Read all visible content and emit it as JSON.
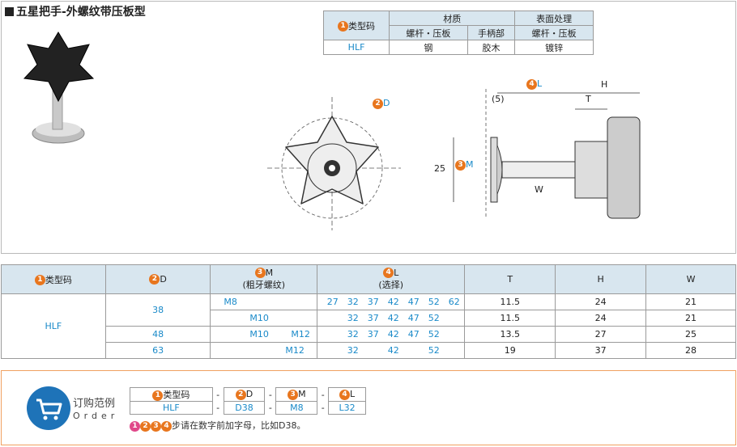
{
  "title": "五星把手-外螺纹带压板型",
  "material_table": {
    "type_code_label": "类型码",
    "material_label": "材质",
    "surface_label": "表面处理",
    "sub_headers": [
      "螺杆・压板",
      "手柄部",
      "螺杆・压板"
    ],
    "row": {
      "code": "HLF",
      "screw": "钢",
      "handle": "胶木",
      "surface": "镀锌"
    }
  },
  "diagram": {
    "d_label": "D",
    "l_label": "L",
    "m_label": "M",
    "h_label": "H",
    "t_label": "T",
    "w_label": "W",
    "five_label": "(5)",
    "dim_25": "25"
  },
  "dim_table": {
    "headers": {
      "type": "类型码",
      "d": "D",
      "m": "M",
      "m_sub": "(粗牙螺纹)",
      "l": "L",
      "l_sub": "(选择)",
      "t": "T",
      "h": "H",
      "w": "W"
    },
    "type_value": "HLF",
    "rows": [
      {
        "d": "38",
        "m": "M8",
        "l": [
          "27",
          "32",
          "37",
          "42",
          "47",
          "52",
          "62"
        ],
        "t": "11.5",
        "h": "24",
        "w": "21"
      },
      {
        "d": "",
        "m": "M10",
        "l": [
          "",
          "32",
          "37",
          "42",
          "47",
          "52",
          ""
        ],
        "t": "11.5",
        "h": "24",
        "w": "21"
      },
      {
        "d": "48",
        "m": "M10 M12",
        "l": [
          "",
          "32",
          "37",
          "42",
          "47",
          "52",
          ""
        ],
        "t": "13.5",
        "h": "27",
        "w": "25"
      },
      {
        "d": "63",
        "m": "M12",
        "l": [
          "",
          "32",
          "",
          "42",
          "",
          "52",
          ""
        ],
        "t": "19",
        "h": "37",
        "w": "28"
      }
    ]
  },
  "order": {
    "title": "订购范例",
    "subtitle": "Order",
    "headers": [
      "类型码",
      "D",
      "M",
      "L"
    ],
    "values": [
      "HLF",
      "D38",
      "M8",
      "L32"
    ],
    "dash": "-",
    "note": "步请在数字前加字母，比如D38。"
  },
  "colors": {
    "accent": "#e8761e",
    "header_bg": "#d8e6ef",
    "value_blue": "#1a8ac9",
    "order_icon": "#1e73b8"
  }
}
